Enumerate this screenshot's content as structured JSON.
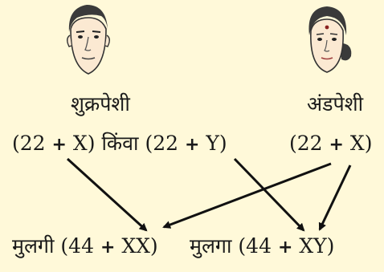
{
  "parents": {
    "father": {
      "cell_label": "शुक्रपेशी",
      "chromosome_options": {
        "a_num": "(22",
        "a_chr": "X)",
        "or_word": "किंवा",
        "b_num": "(22",
        "b_chr": "Y)"
      }
    },
    "mother": {
      "cell_label": "अंडपेशी",
      "chromosome": {
        "num": "(22",
        "chr": "X)"
      }
    }
  },
  "offspring": {
    "girl": {
      "label": "मुलगी",
      "num": "(44",
      "chr": "XX)"
    },
    "boy": {
      "label": "मुलगा",
      "num": "(44",
      "chr": "XY)"
    }
  },
  "plus_sign": "+",
  "colors": {
    "background": "#fff9d9",
    "arrow": "#111111",
    "skin": "#fbe9d2"
  }
}
